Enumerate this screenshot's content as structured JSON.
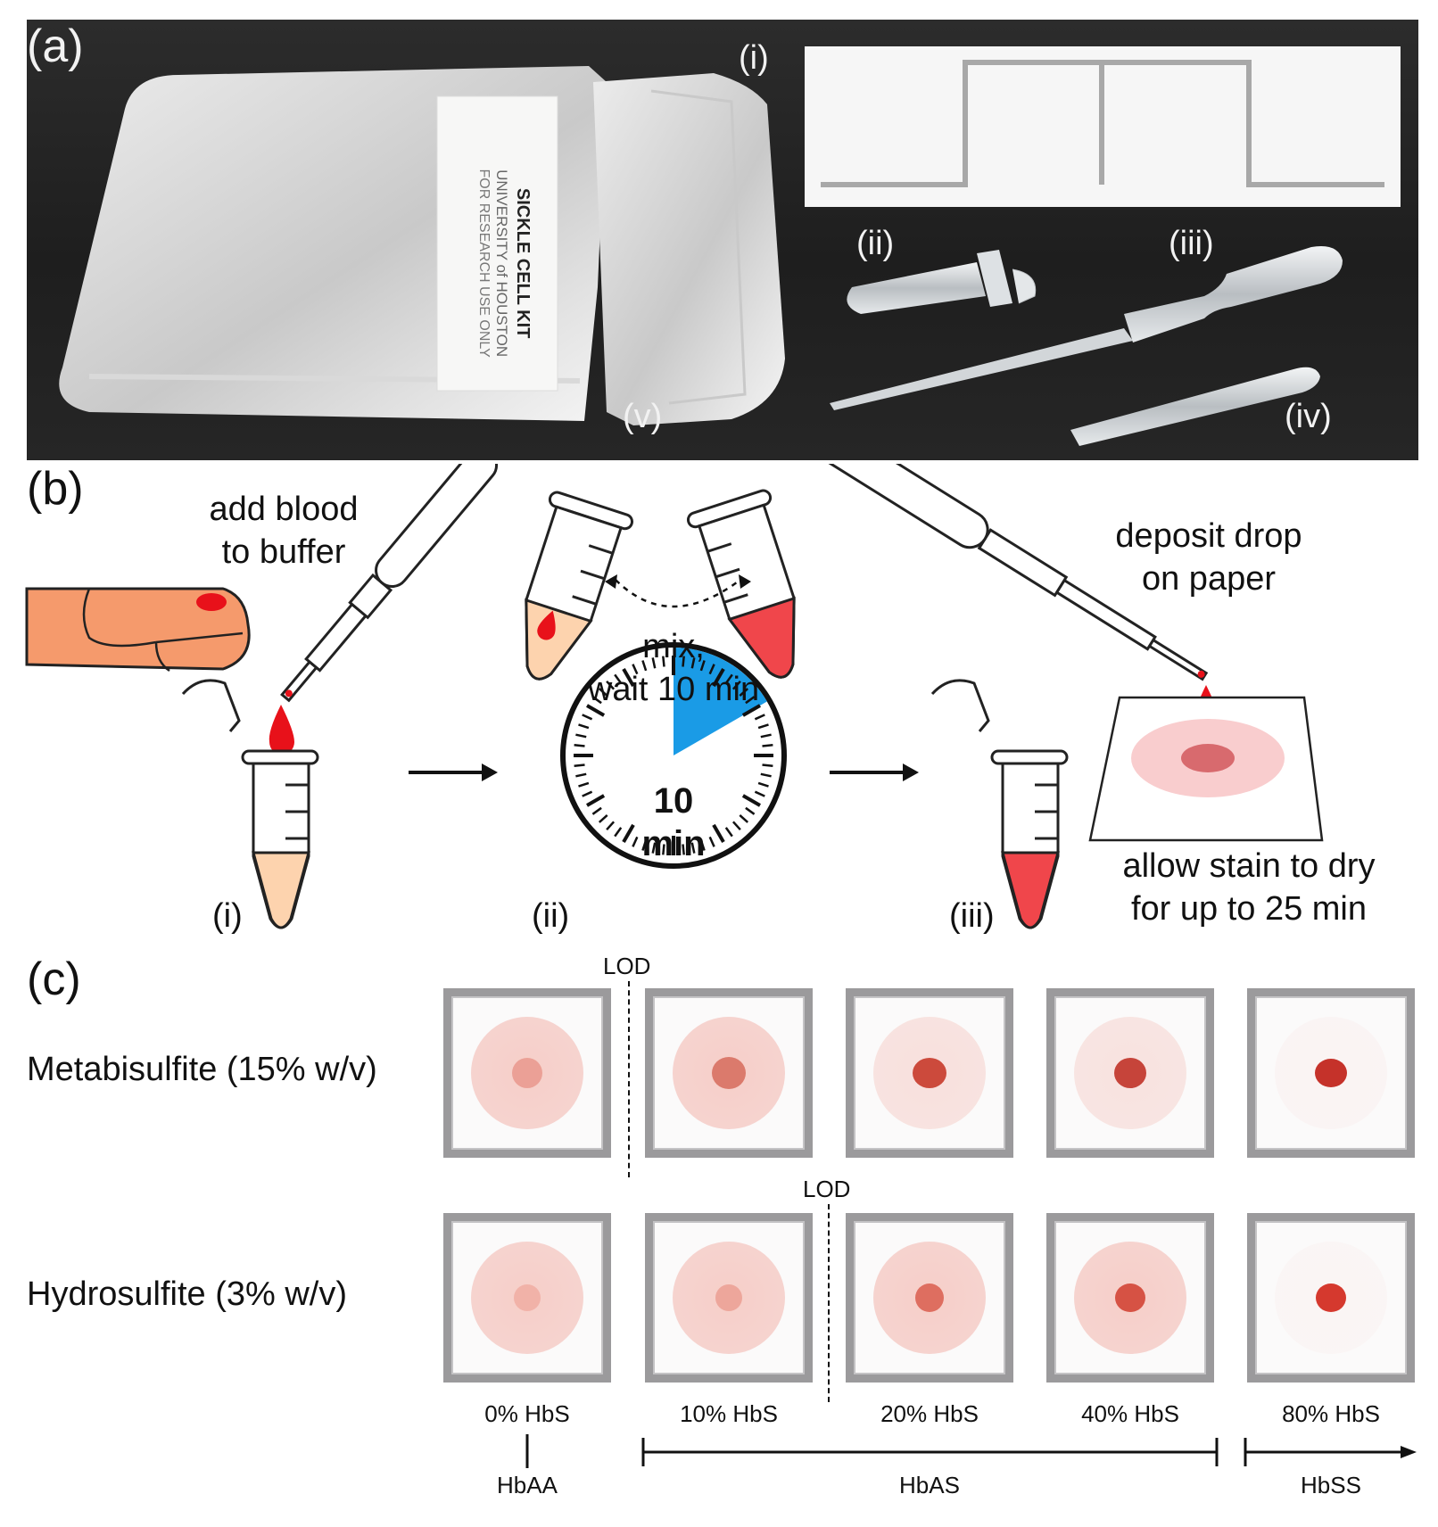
{
  "panel_a": {
    "letter": "(a)",
    "pouch_label": [
      "SICKLE CELL KIT",
      "UNIVERSITY of HOUSTON",
      "FOR RESEARCH USE ONLY"
    ],
    "item_labels": [
      "(i)",
      "(ii)",
      "(iii)",
      "(iv)",
      "(v)"
    ]
  },
  "panel_b": {
    "letter": "(b)",
    "step1_text": [
      "add blood",
      "to buffer"
    ],
    "mix_text": [
      "mix,",
      "wait 10 min"
    ],
    "timer_value": "10",
    "timer_unit": "min",
    "timer_fraction": 0.1667,
    "deposit_text": [
      "deposit drop",
      "on paper"
    ],
    "dry_text": [
      "allow stain to dry",
      "for up to 25 min"
    ],
    "step_labels": [
      "(i)",
      "(ii)",
      "(iii)"
    ]
  },
  "panel_c": {
    "letter": "(c)",
    "rows": [
      {
        "label": "Metabisulfite (15% w/v)",
        "lod": "LOD"
      },
      {
        "label": "Hydrosulfite (3% w/v)",
        "lod": "LOD"
      }
    ],
    "concentrations": [
      "0% HbS",
      "10% HbS",
      "20% HbS",
      "40% HbS",
      "80% HbS"
    ],
    "genotypes": [
      "HbAA",
      "HbAS",
      "HbSS"
    ]
  },
  "colors": {
    "blood": "#f0464b",
    "buffer": "#fdd3ae",
    "skin": "#f59a6c",
    "timer_accent": "#1a9be6",
    "panel_bg": "#262626"
  }
}
